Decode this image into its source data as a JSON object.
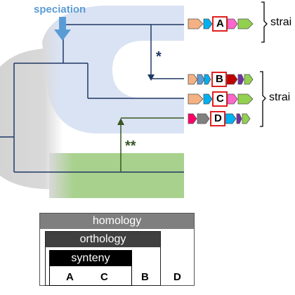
{
  "labels": {
    "speciation": "speciation",
    "star_single": "*",
    "star_double": "**",
    "strain_top": "strai",
    "strain_bottom": "strai"
  },
  "genes": {
    "A": "A",
    "B": "B",
    "C": "C",
    "D": "D"
  },
  "legend": {
    "homology": "homology",
    "orthology": "orthology",
    "synteny": "synteny",
    "letters": [
      "A",
      "C",
      "B",
      "D"
    ]
  },
  "colors": {
    "tree_line": "#1f3864",
    "green_line": "#385723",
    "speciation": "#5b9bd5",
    "blue_band": "#dae3f3",
    "green_band": "#a9d18e",
    "gray_band": "#d9d9d9",
    "highlight_box": "#e02020"
  }
}
